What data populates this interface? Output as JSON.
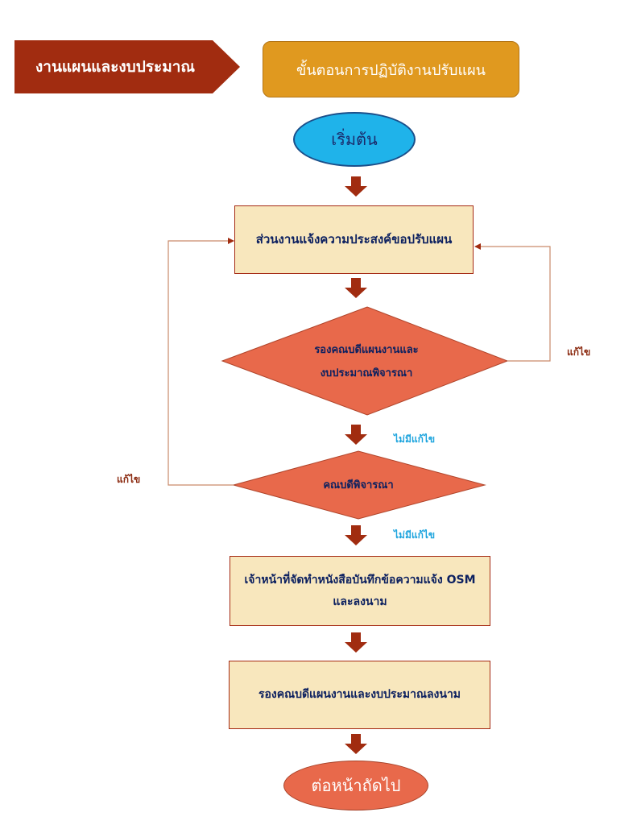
{
  "header": {
    "department": "งานแผนและงบประมาณ",
    "process_title": "ขั้นตอนการปฏิบัติงานปรับแผน"
  },
  "flow": {
    "start": "เริ่มต้น",
    "step1": "ส่วนงานแจ้งความประสงค์ขอปรับแผน",
    "decision1_line1": "รองคณบดีแผนงานและ",
    "decision1_line2": "งบประมาณพิจารณา",
    "decision2": "คณบดีพิจารณา",
    "step2_line1": "เจ้าหน้าที่จัดทำหนังสือบันทึกข้อความแจ้ง OSM",
    "step2_line2": "และลงนาม",
    "step3": "รองคณบดีแผนงานและงบประมาณลงนาม",
    "end": "ต่อหน้าถัดไป"
  },
  "labels": {
    "revise_right": "แก้ไข",
    "revise_left": "แก้ไข",
    "no_revision_1": "ไม่มีแก้ไข",
    "no_revision_2": "ไม่มีแก้ไข"
  },
  "colors": {
    "banner_red": "#a12c10",
    "banner_orange": "#e0991f",
    "start_blue": "#1fb3ea",
    "process_box": "#f8e7bd",
    "decision": "#e8694b",
    "arrow": "#a12c10",
    "text_navy": "#0d2160"
  }
}
